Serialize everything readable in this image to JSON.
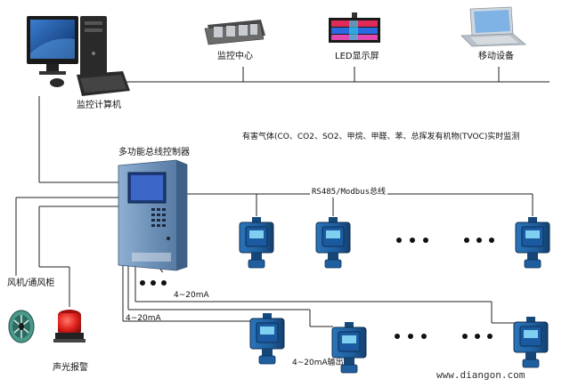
{
  "labels": {
    "monitor_pc": "监控计算机",
    "monitor_center": "监控中心",
    "led_display": "LED显示屏",
    "mobile_device": "移动设备",
    "gas_description": "有害气体(CO、CO2、SO2、甲烷、甲醛、苯、总挥发有机物(TVOC)实时监测",
    "controller": "多功能总线控制器",
    "bus": "RS485/Modbus总线",
    "fan": "风机/通风柜",
    "alarm": "声光报警",
    "analog_1": "4~20mA",
    "analog_2": "4~20mA",
    "analog_out": "4~20mA输出",
    "watermark": "www.diangon.com"
  },
  "ellipsis": "• • •",
  "colors": {
    "line": "#222222",
    "detector_blue": "#1f5f9f",
    "controller_body": "#6d8fb4",
    "alarm_red": "#d81a1a"
  }
}
